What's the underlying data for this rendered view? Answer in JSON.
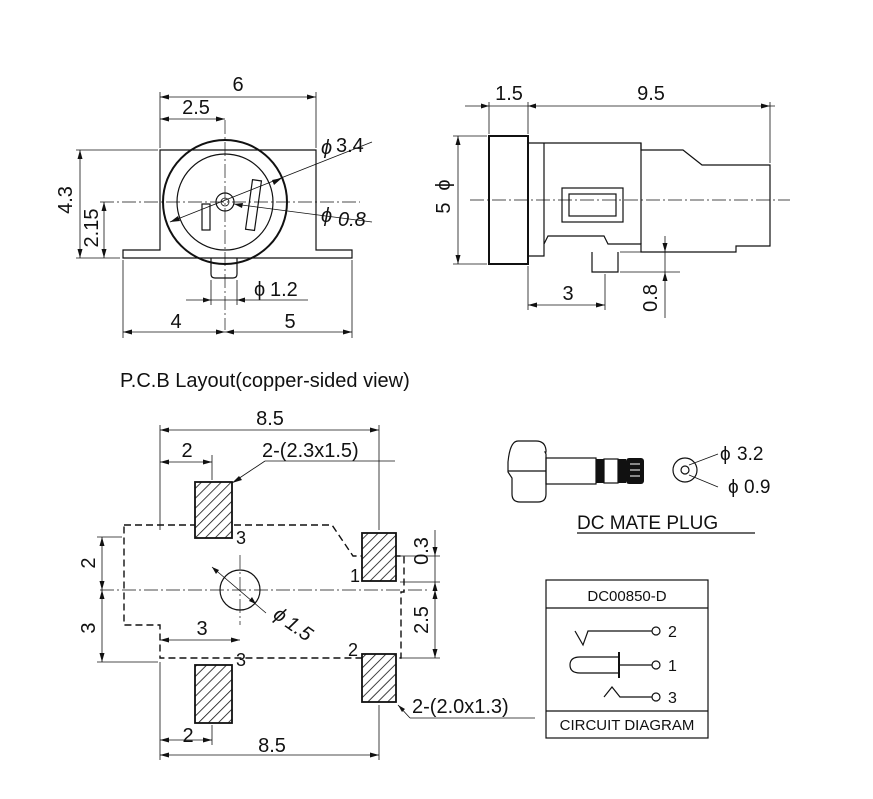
{
  "front_view": {
    "width_total": "6",
    "width_offset": "2.5",
    "height_total": "4.3",
    "height_center": "2.15",
    "diameter_outer": "3.4",
    "diameter_pin": "0.8",
    "diameter_peg": "1.2",
    "base_left": "4",
    "base_right": "5",
    "phi": "ϕ"
  },
  "side_view": {
    "front_flange": "1.5",
    "body_length": "9.5",
    "diameter": "5",
    "peg_offset": "3",
    "peg_height": "0.8"
  },
  "pcb_title": "P.C.B Layout(copper-sided view)",
  "pcb": {
    "width_top": "8.5",
    "width_bottom": "8.5",
    "pad_offset_top": "2",
    "pad_offset_bottom": "2",
    "pad_note_top": "2-(2.3x1.5)",
    "pad_note_bottom": "2-(2.0x1.3)",
    "left_dim_upper": "2",
    "left_dim_lower": "3",
    "hole_offset": "3",
    "hole_diameter": "1.5",
    "right_dim_upper": "0.3",
    "right_dim_lower": "2.5",
    "pin_top_left": "3",
    "pin_right_upper": "1",
    "pin_bottom_left": "3",
    "pin_right_lower": "2"
  },
  "mate_plug": {
    "title": "DC MATE PLUG",
    "diameter_outer": "3.2",
    "diameter_inner": "0.9"
  },
  "circuit": {
    "part_number": "DC00850-D",
    "pin_2": "2",
    "pin_1": "1",
    "pin_3": "3",
    "caption": "CIRCUIT DIAGRAM"
  }
}
